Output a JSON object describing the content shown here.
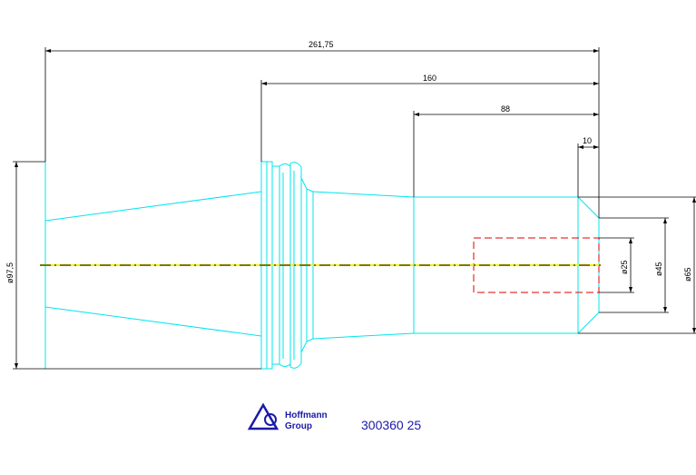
{
  "dimensions": {
    "overall_length": "261,75",
    "length_160": "160",
    "length_88": "88",
    "length_10": "10",
    "dia_left": "ø97,5",
    "dia_bore": "ø25",
    "dia_mid": "ø45",
    "dia_outer": "ø65"
  },
  "logo": {
    "line1": "Hoffmann",
    "line2": "Group"
  },
  "part_number": "300360 25",
  "colors": {
    "outline": "#00e5ee",
    "centerline": "#f2f200",
    "hidden": "#e00000",
    "dimension": "#000000",
    "logo": "#1a1aa8"
  }
}
